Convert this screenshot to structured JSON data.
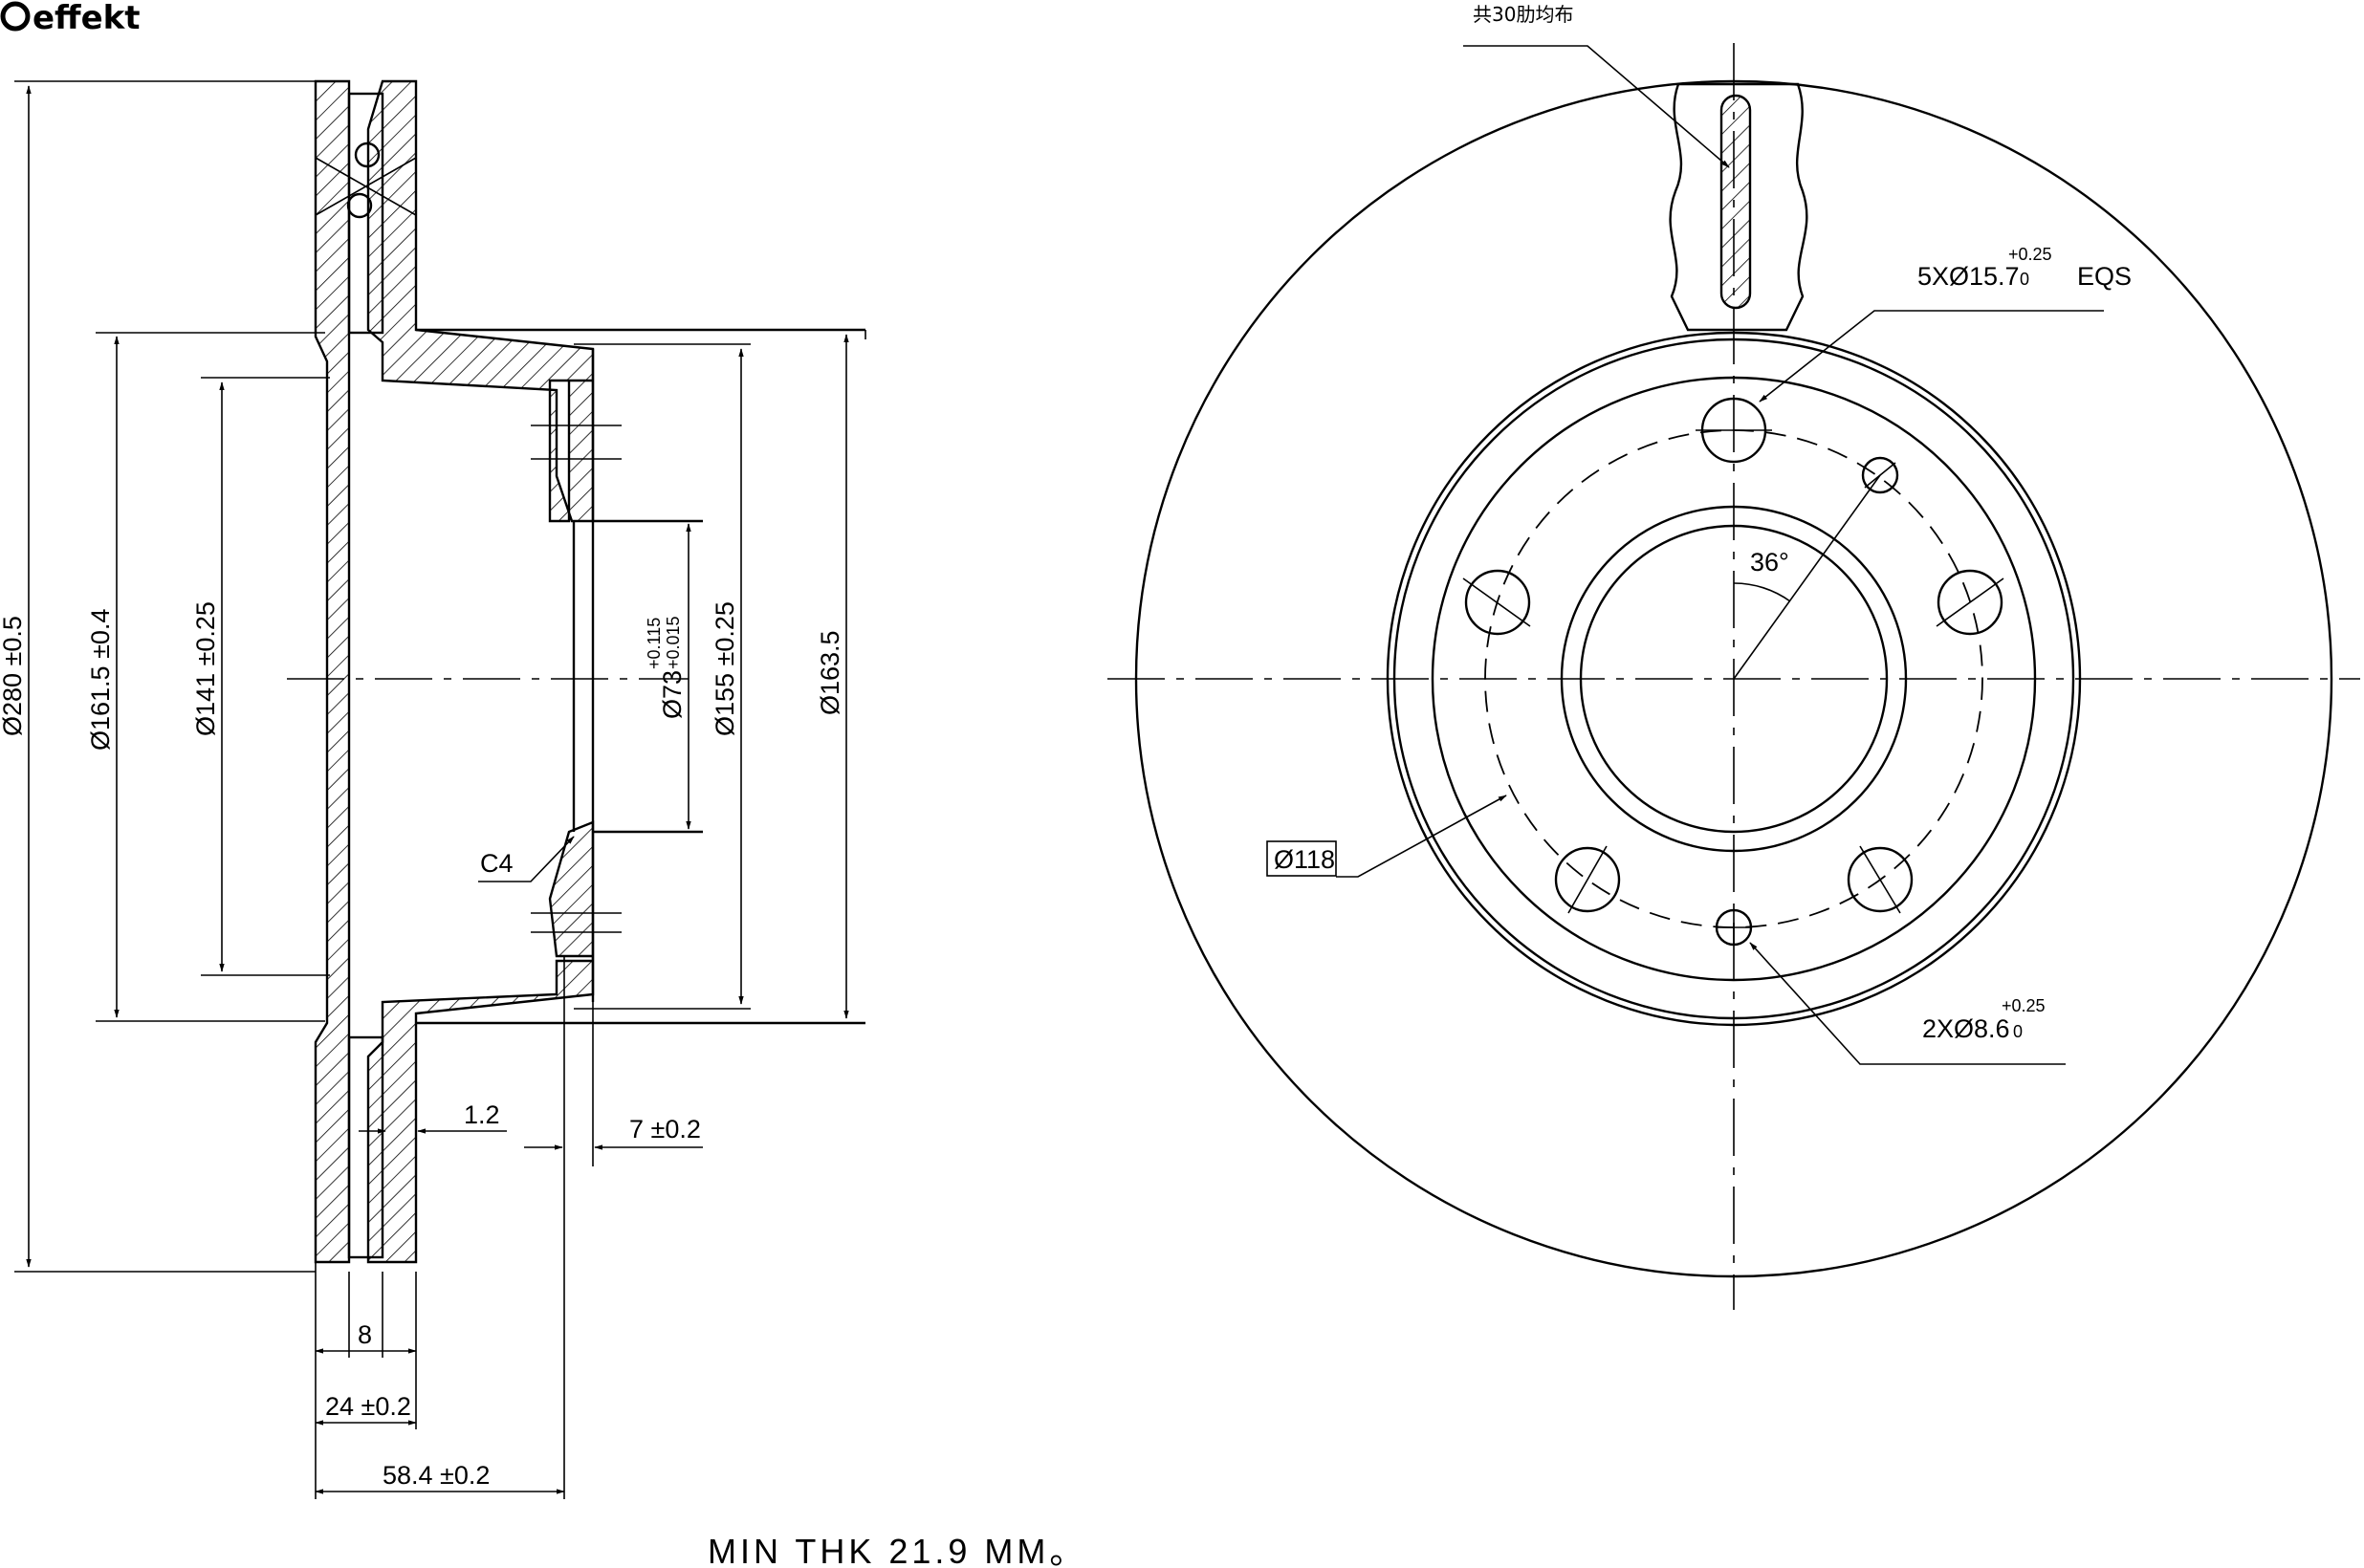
{
  "logo": {
    "text": "effekt"
  },
  "side_view": {
    "dims": {
      "outer_dia": "Ø280 ±0.5",
      "hat_outer_dia": "Ø161.5 ±0.4",
      "inner_dia": "Ø141 ±0.25",
      "hub_bore_dia": "Ø73",
      "hub_bore_tol_upper": "+0.115",
      "hub_bore_tol_lower": "+0.015",
      "pcd_rim_dia": "Ø155 ±0.25",
      "hat_dia": "Ø163.5",
      "chamfer": "C4",
      "groove": "1.2",
      "flange_thk": "7 ±0.2",
      "vane_gap": "8",
      "disc_thk": "24 ±0.2",
      "overall_height": "58.4 ±0.2"
    },
    "note": "MIN THK 21.9 MM。"
  },
  "front_view": {
    "vanes_note": "共30肋均布",
    "bolt_holes": {
      "label": "5XØ15.7",
      "tol_upper": "+0.25",
      "tol_lower": "0",
      "suffix": "EQS"
    },
    "pin_holes": {
      "label": "2XØ8.6",
      "tol_upper": "+0.25",
      "tol_lower": "0"
    },
    "pcd": "Ø118",
    "angle": "36°"
  }
}
